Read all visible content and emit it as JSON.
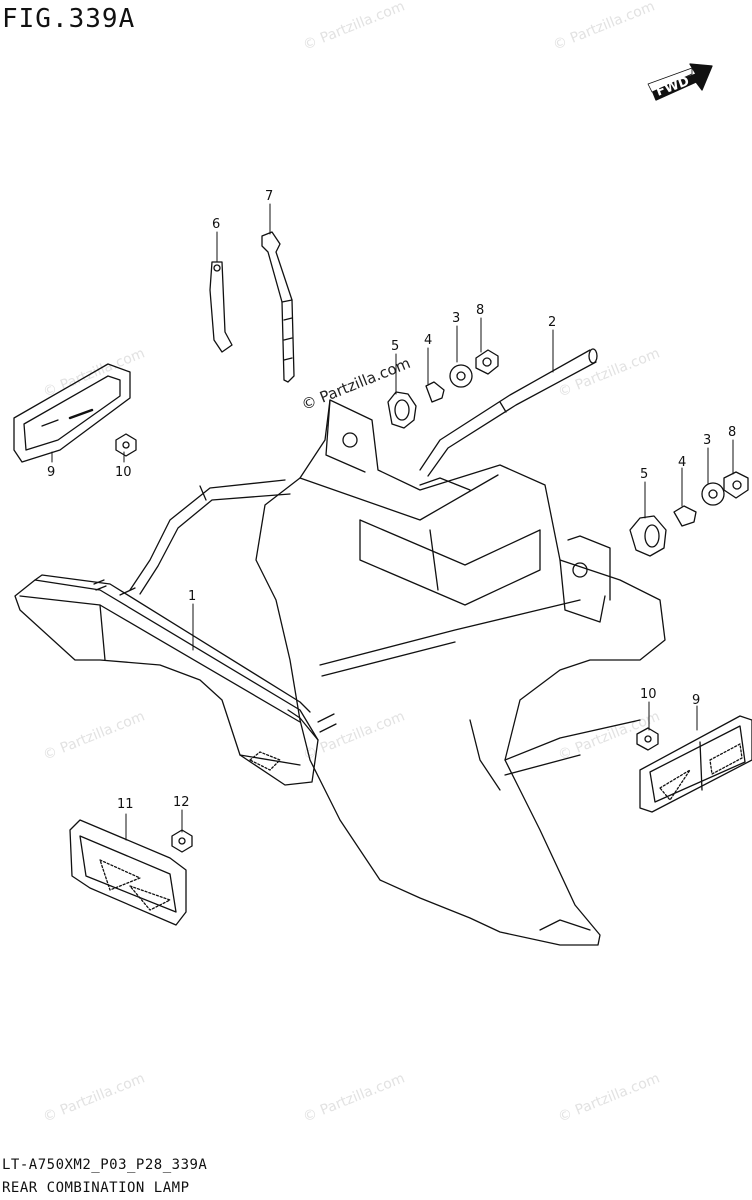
{
  "figure": {
    "title": "FIG.339A",
    "model_code": "LT-A750XM2_P03_P28_339A",
    "caption": "REAR COMBINATION LAMP"
  },
  "direction_arrow": {
    "label": "FWD"
  },
  "watermark": {
    "text": "© Partzilla.com"
  },
  "callouts": [
    "1",
    "2",
    "3",
    "4",
    "5",
    "6",
    "7",
    "8",
    "9",
    "10",
    "11",
    "12",
    "3",
    "4",
    "5",
    "8",
    "9",
    "10"
  ]
}
